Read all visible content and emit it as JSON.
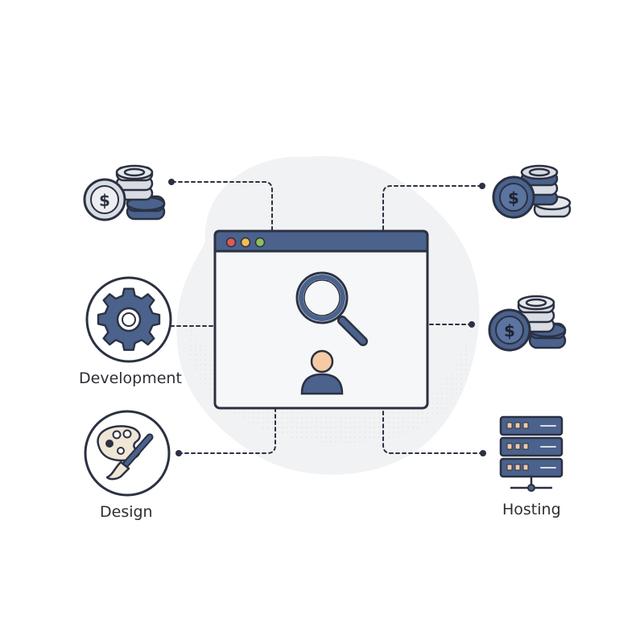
{
  "labels": {
    "development": "Development",
    "design": "Design",
    "hosting": "Hosting"
  },
  "icons": {
    "money_top_left": "coin-stack-icon",
    "money_top_right": "coin-stack-icon",
    "money_mid_right": "coin-stack-icon",
    "development": "gear-icon",
    "design": "paint-palette-brush-icon",
    "hosting": "server-rack-icon",
    "search": "magnifying-glass-icon",
    "user": "user-icon"
  },
  "colors": {
    "navy": "#4a628c",
    "stroke": "#2b3142",
    "panel": "#f6f7f9",
    "light_gray": "#d9dce3",
    "window_dot_red": "#e05a4f",
    "window_dot_yellow": "#f2bd4b",
    "window_dot_green": "#8fbf5a",
    "skin": "#f6cba3"
  }
}
